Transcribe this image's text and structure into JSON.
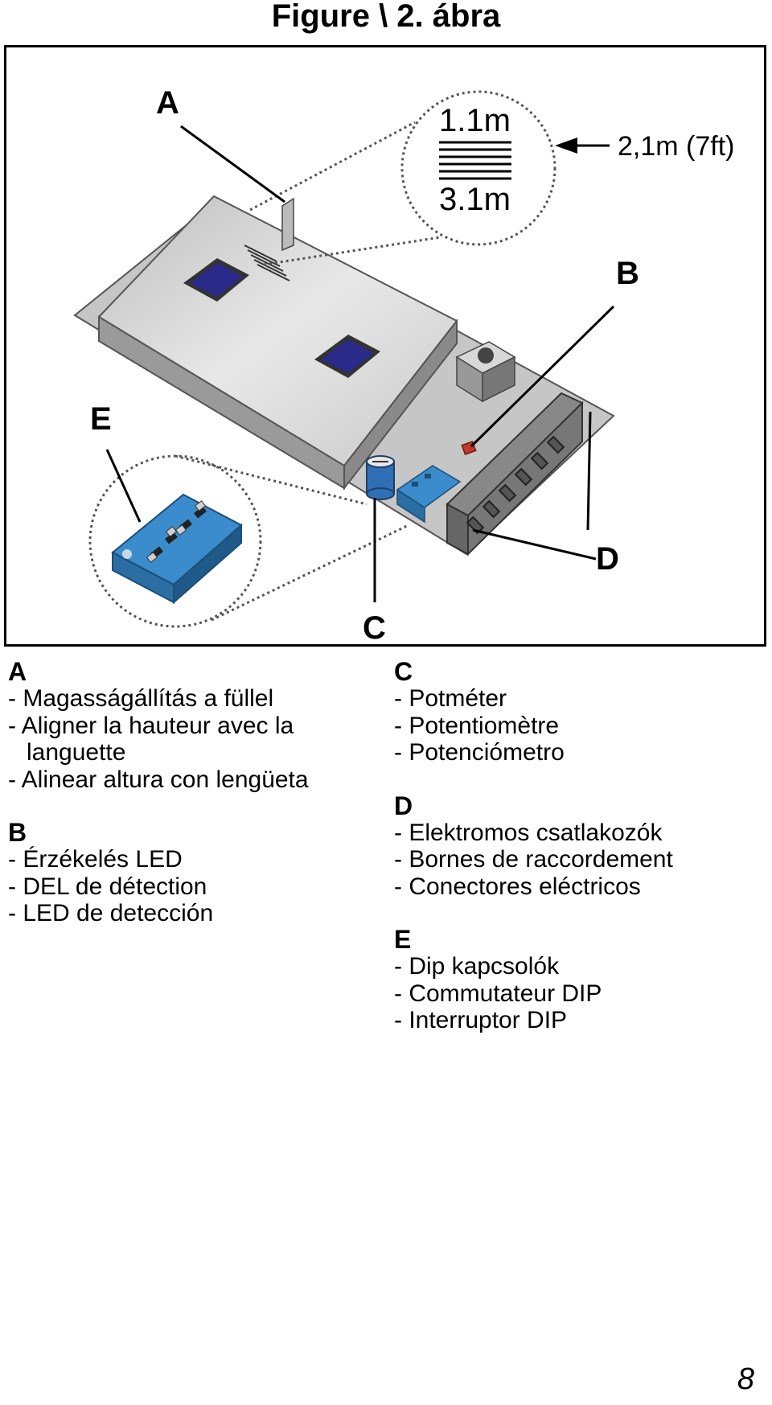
{
  "title": "Figure \\ 2. ábra",
  "figure": {
    "labels": {
      "a": "A",
      "b": "B",
      "c": "C",
      "d": "D",
      "e": "E"
    },
    "height_annotation": "2,1m (7ft)",
    "zoom_top": "1.1m",
    "zoom_bottom": "3.1m"
  },
  "legend": {
    "a": {
      "letter": "A",
      "items": [
        "- Magasságállítás a füllel",
        "- Aligner la hauteur avec la languette",
        "- Alinear altura con lengüeta"
      ]
    },
    "b": {
      "letter": "B",
      "items": [
        "- Érzékelés LED",
        "- DEL de détection",
        "- LED de detección"
      ]
    },
    "c": {
      "letter": "C",
      "items": [
        "- Potméter",
        "- Potentiomètre",
        "- Potenciómetro"
      ]
    },
    "d": {
      "letter": "D",
      "items": [
        "- Elektromos csatlakozók",
        "- Bornes de raccordement",
        "- Conectores eléctricos"
      ]
    },
    "e": {
      "letter": "E",
      "items": [
        "- Dip kapcsolók",
        "- Commutateur DIP",
        "- Interruptor DIP"
      ]
    }
  },
  "page_number": "8",
  "colors": {
    "board": "#c8c8c8",
    "board_top": "#d9d9d9",
    "sensor": "#2a2a8a",
    "dip": "#3a8ccc",
    "pot": "#2f6fb5",
    "led": "#c0392b"
  }
}
